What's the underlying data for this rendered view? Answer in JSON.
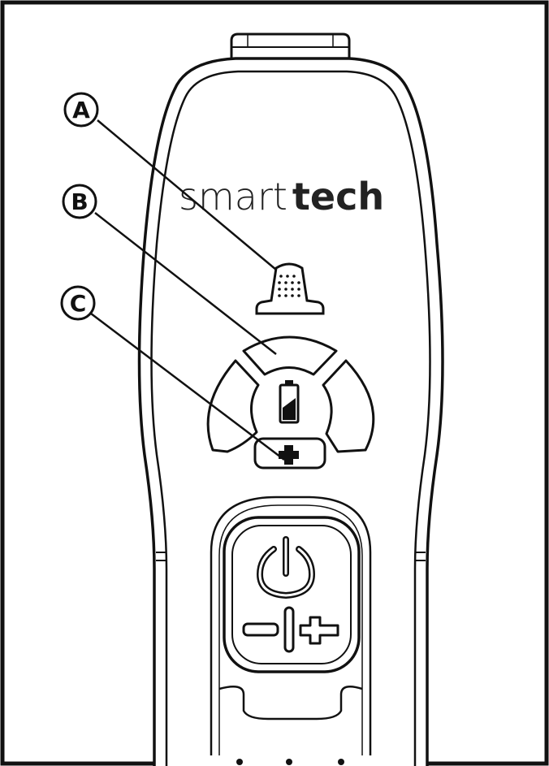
{
  "brand": {
    "light": "smart",
    "bold": "tech"
  },
  "callouts": [
    {
      "letter": "A",
      "target": "ear-indicator-icon"
    },
    {
      "letter": "B",
      "target": "battery-level-ring"
    },
    {
      "letter": "C",
      "target": "charging-indicator"
    }
  ],
  "icons": {
    "ear_indicator": "hearing-aid-indicator-icon",
    "battery": "battery-icon",
    "charge": "plus-icon",
    "power": "power-icon",
    "minus": "minus-icon",
    "divider": "divider-line",
    "plus": "plus-icon"
  },
  "colors": {
    "line": "#111111",
    "background": "#ffffff"
  }
}
